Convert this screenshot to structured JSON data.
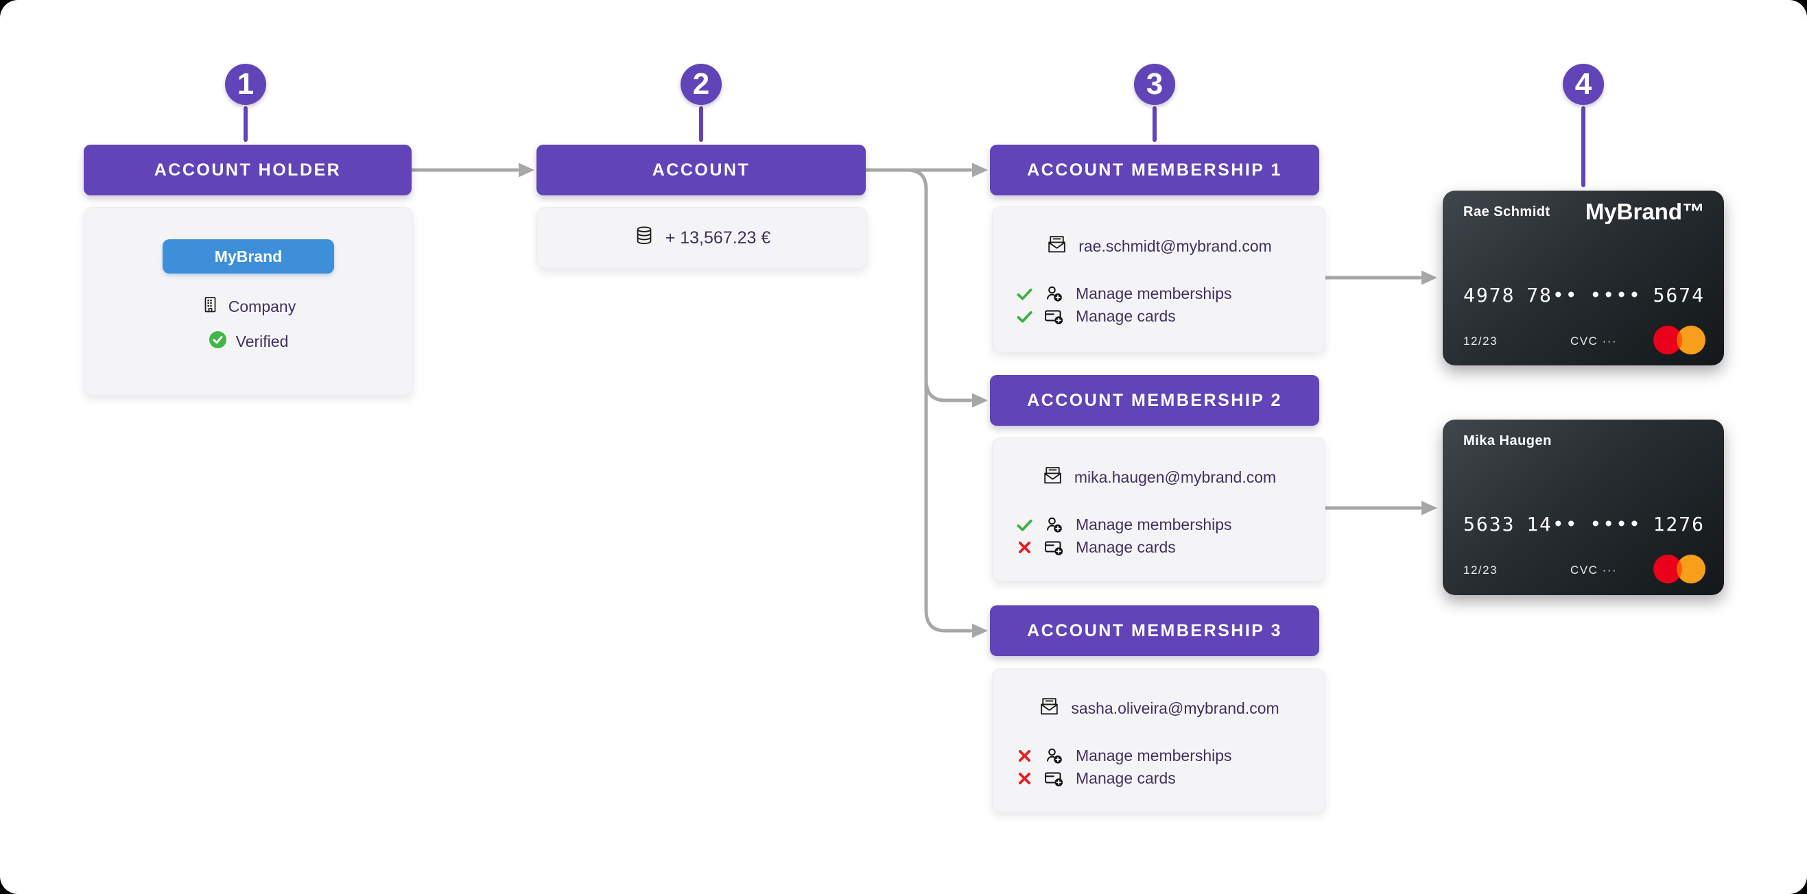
{
  "steps": [
    {
      "number": "1"
    },
    {
      "number": "2"
    },
    {
      "number": "3"
    },
    {
      "number": "4"
    }
  ],
  "account_holder": {
    "header": "ACCOUNT HOLDER",
    "brand": "MyBrand",
    "type_label": "Company",
    "status_label": "Verified"
  },
  "account": {
    "header": "ACCOUNT",
    "balance": "+ 13,567.23 €"
  },
  "memberships": [
    {
      "header": "ACCOUNT MEMBERSHIP 1",
      "email": "rae.schmidt@mybrand.com",
      "permissions": [
        {
          "label": "Manage memberships",
          "allowed": true
        },
        {
          "label": "Manage cards",
          "allowed": true
        }
      ]
    },
    {
      "header": "ACCOUNT MEMBERSHIP 2",
      "email": "mika.haugen@mybrand.com",
      "permissions": [
        {
          "label": "Manage memberships",
          "allowed": true
        },
        {
          "label": "Manage cards",
          "allowed": false
        }
      ]
    },
    {
      "header": "ACCOUNT MEMBERSHIP 3",
      "email": "sasha.oliveira@mybrand.com",
      "permissions": [
        {
          "label": "Manage memberships",
          "allowed": false
        },
        {
          "label": "Manage cards",
          "allowed": false
        }
      ]
    }
  ],
  "cards": [
    {
      "holder": "Rae Schmidt",
      "brand": "MyBrand™",
      "number_groups": [
        "4978",
        "78••",
        "••••",
        "5674"
      ],
      "expiry": "12/23",
      "cvc_label": "CVC ···"
    },
    {
      "holder": "Mika Haugen",
      "brand": "",
      "number_groups": [
        "5633",
        "14••",
        "••••",
        "1276"
      ],
      "expiry": "12/23",
      "cvc_label": "CVC ···"
    }
  ],
  "colors": {
    "accent_purple": "#6144b8",
    "brand_blue": "#3e8fd9",
    "panel_gray": "#f4f4f6",
    "text_dark": "#40305e",
    "check_green": "#3fb044",
    "cross_red": "#e32020",
    "connector_gray": "#a7a7a7",
    "card_gradient_start": "#40474c",
    "card_gradient_end": "#131719",
    "mastercard_red": "#ea001b",
    "mastercard_orange": "#f79e1b",
    "mastercard_overlap": "#ff5f00"
  }
}
